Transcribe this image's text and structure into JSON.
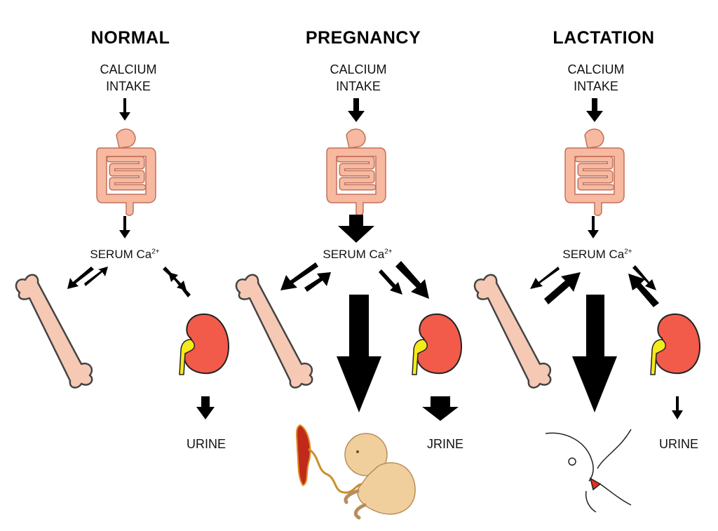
{
  "panels": [
    {
      "title": "NORMAL",
      "intake_line1": "CALCIUM",
      "intake_line2": "INTAKE",
      "serum_text": "SERUM Ca",
      "serum_sup": "2+",
      "urine_label": "URINE"
    },
    {
      "title": "PREGNANCY",
      "intake_line1": "CALCIUM",
      "intake_line2": "INTAKE",
      "serum_text": "SERUM Ca",
      "serum_sup": "2+",
      "urine_label": "JRINE"
    },
    {
      "title": "LACTATION",
      "intake_line1": "CALCIUM",
      "intake_line2": "INTAKE",
      "serum_text": "SERUM Ca",
      "serum_sup": "2+",
      "urine_label": "URINE"
    }
  ],
  "colors": {
    "intestine_fill": "#f7b9a0",
    "intestine_stroke": "#c2705a",
    "bone_fill": "#f6c9b5",
    "kidney_fill": "#f25a4a",
    "ureter": "#f5ea1a",
    "fetus_fill": "#f1cf9c",
    "placenta": "#c02a1a",
    "arrow": "#000000"
  }
}
